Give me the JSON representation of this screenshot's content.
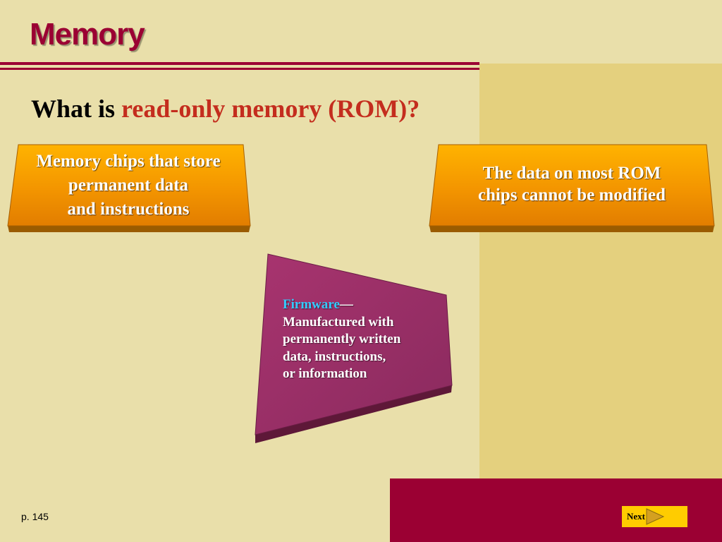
{
  "slide": {
    "title": "Memory",
    "question_prefix": "What is ",
    "question_term": "read-only memory (ROM)?"
  },
  "boxes": {
    "left_lines": [
      "Memory chips that store",
      "permanent data",
      "and instructions"
    ],
    "right_lines": [
      "The data on most ROM",
      "chips cannot be modified"
    ]
  },
  "firmware": {
    "term": "Firmware",
    "dash": "—",
    "lines": [
      "Manufactured with",
      "permanently written",
      "data, instructions,",
      "or information"
    ]
  },
  "footer": {
    "page": "p. 145",
    "next_label": "Next"
  },
  "colors": {
    "background": "#e9dfaa",
    "panel": "#e4d07e",
    "brand": "#9b0033",
    "box_orange": "#f39500",
    "firmware_box": "#a0346d",
    "term_blue": "#33ccff",
    "button_yellow": "#ffcc00"
  },
  "icons": {
    "next": "arrow-right-icon"
  }
}
